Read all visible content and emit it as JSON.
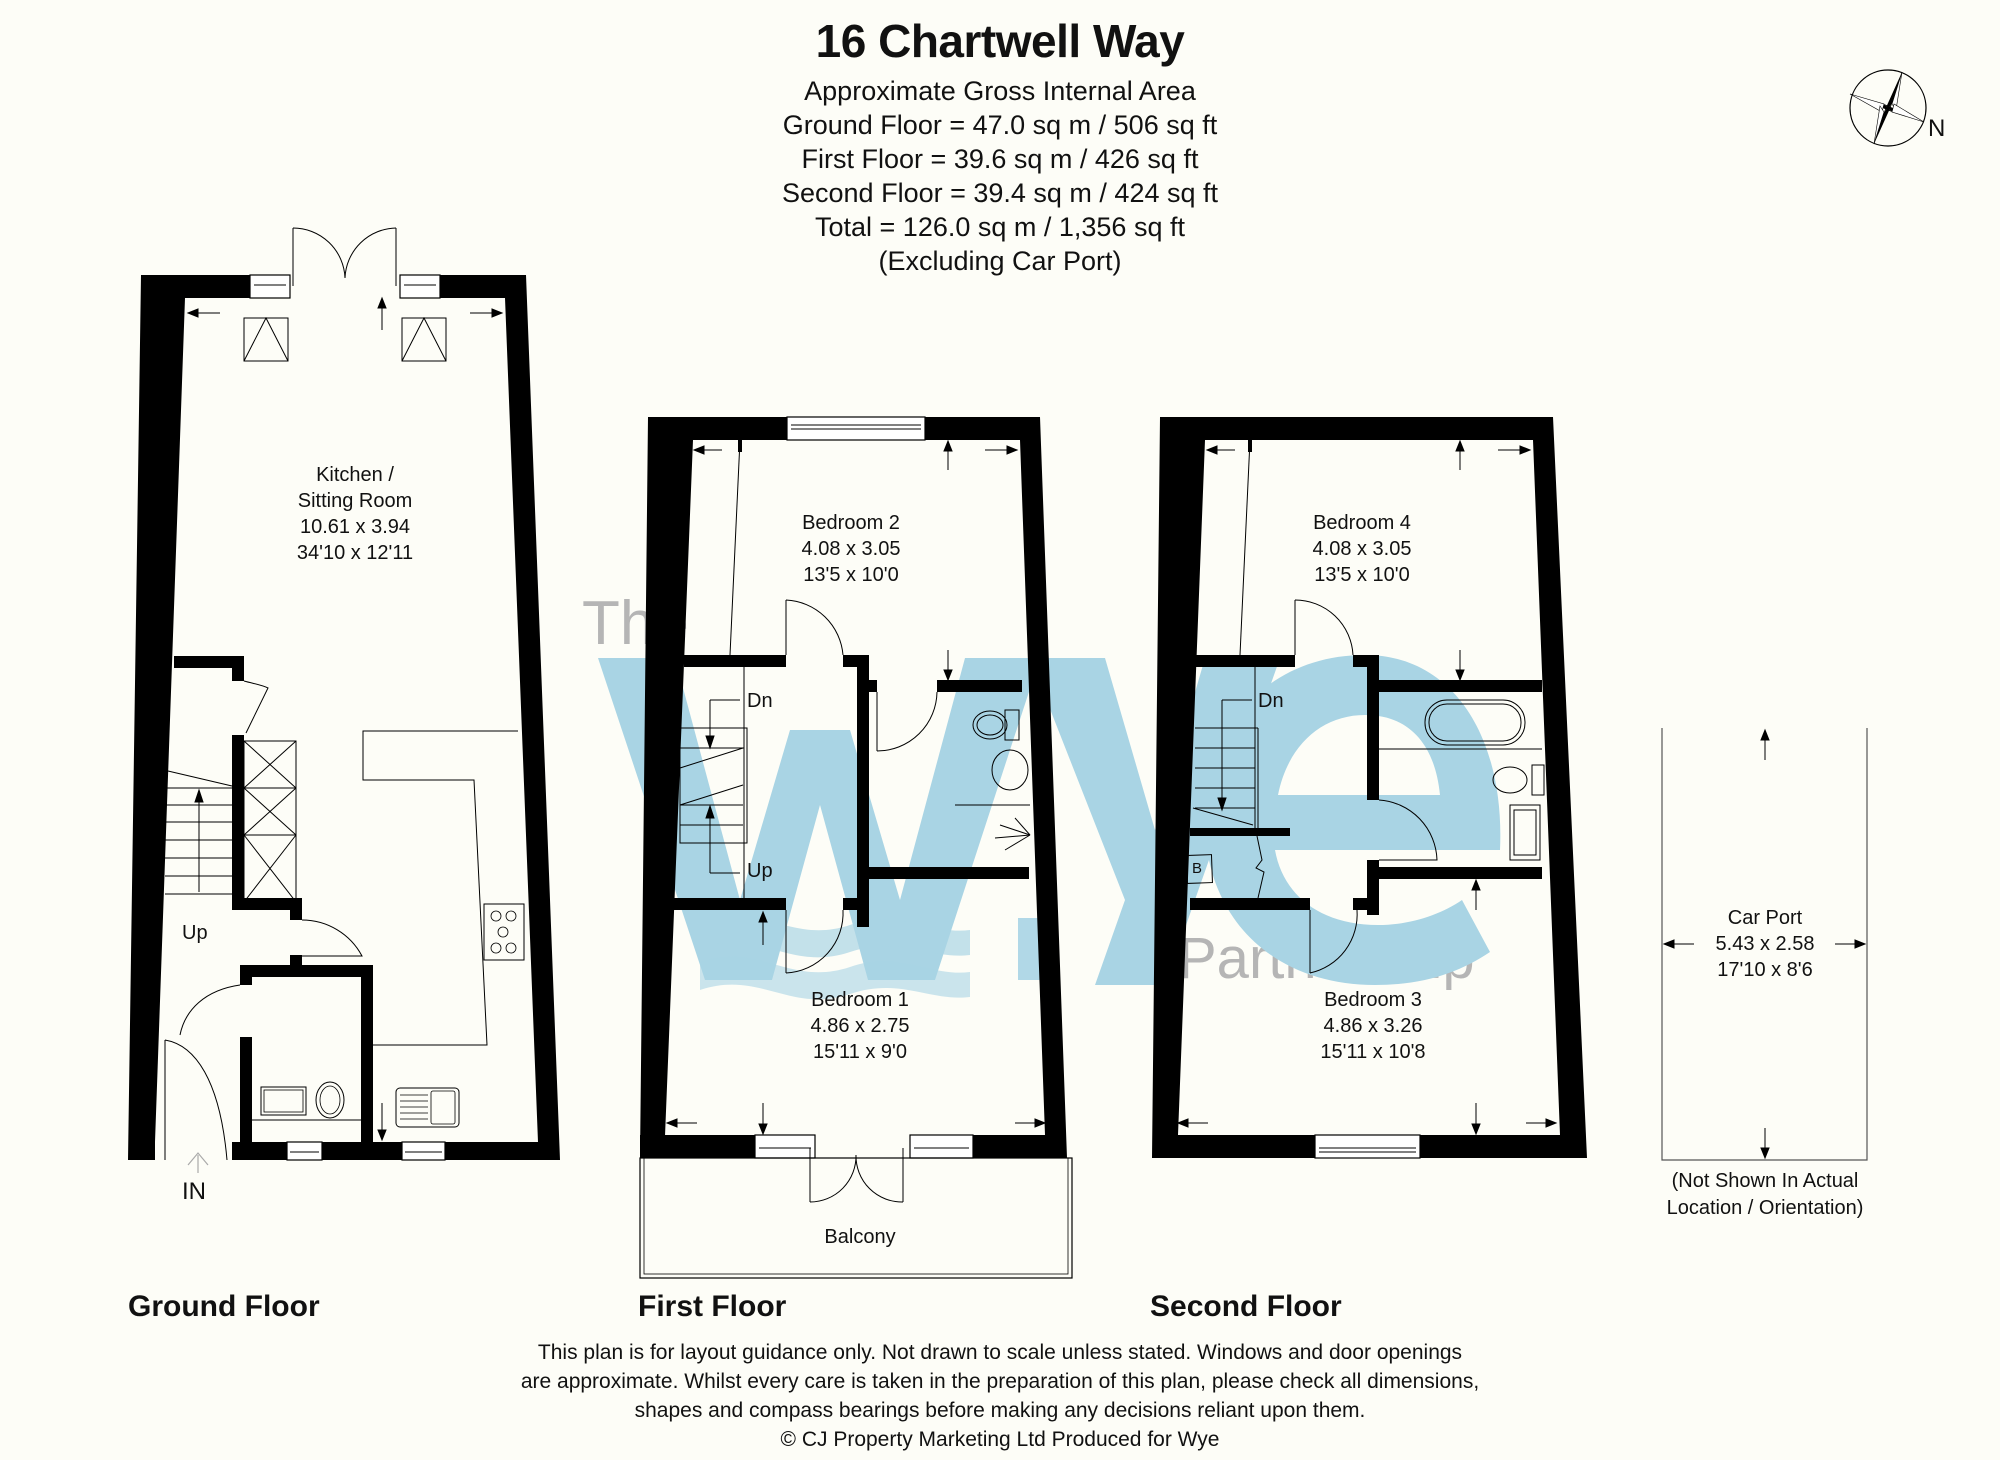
{
  "header": {
    "title": "16 Chartwell Way",
    "area_heading": "Approximate Gross Internal Area",
    "area_lines": [
      "Ground Floor = 47.0 sq m / 506 sq ft",
      "First Floor = 39.6 sq m / 426 sq ft",
      "Second Floor = 39.4 sq m / 424 sq ft",
      "Total = 126.0 sq m / 1,356 sq ft",
      "(Excluding Car Port)"
    ]
  },
  "compass": {
    "label": "N",
    "icon": "compass-rose-icon"
  },
  "watermark": {
    "prefix": "The",
    "brand": "wye",
    "suffix": "Partnership",
    "color": "#a9d4e4"
  },
  "floors": {
    "ground": {
      "label": "Ground Floor",
      "rooms": [
        {
          "name": "Kitchen /",
          "name2": "Sitting Room",
          "metric": "10.61 x 3.94",
          "imperial": "34'10 x 12'11"
        }
      ],
      "annotations": {
        "stairs": "Up",
        "entrance": "IN"
      }
    },
    "first": {
      "label": "First Floor",
      "rooms": [
        {
          "name": "Bedroom 2",
          "metric": "4.08 x 3.05",
          "imperial": "13'5 x 10'0"
        },
        {
          "name": "Bedroom 1",
          "metric": "4.86 x 2.75",
          "imperial": "15'11 x 9'0"
        },
        {
          "name": "Balcony"
        }
      ],
      "annotations": {
        "stairs_down": "Dn",
        "stairs_up": "Up"
      }
    },
    "second": {
      "label": "Second Floor",
      "rooms": [
        {
          "name": "Bedroom 4",
          "metric": "4.08 x 3.05",
          "imperial": "13'5 x 10'0"
        },
        {
          "name": "Bedroom 3",
          "metric": "4.86 x 3.26",
          "imperial": "15'11 x 10'8"
        }
      ],
      "annotations": {
        "stairs_down": "Dn",
        "boiler": "B"
      }
    },
    "carport": {
      "name": "Car Port",
      "metric": "5.43 x 2.58",
      "imperial": "17'10 x 8'6",
      "note_line1": "(Not Shown In Actual",
      "note_line2": "Location / Orientation)"
    }
  },
  "footer": {
    "lines": [
      "This plan is for layout guidance only. Not drawn to scale unless stated. Windows and door openings",
      "are approximate. Whilst every care is taken in the preparation of this plan, please check all dimensions,",
      "shapes and compass bearings before making any decisions reliant upon them.",
      "© CJ Property Marketing Ltd Produced for Wye"
    ]
  }
}
